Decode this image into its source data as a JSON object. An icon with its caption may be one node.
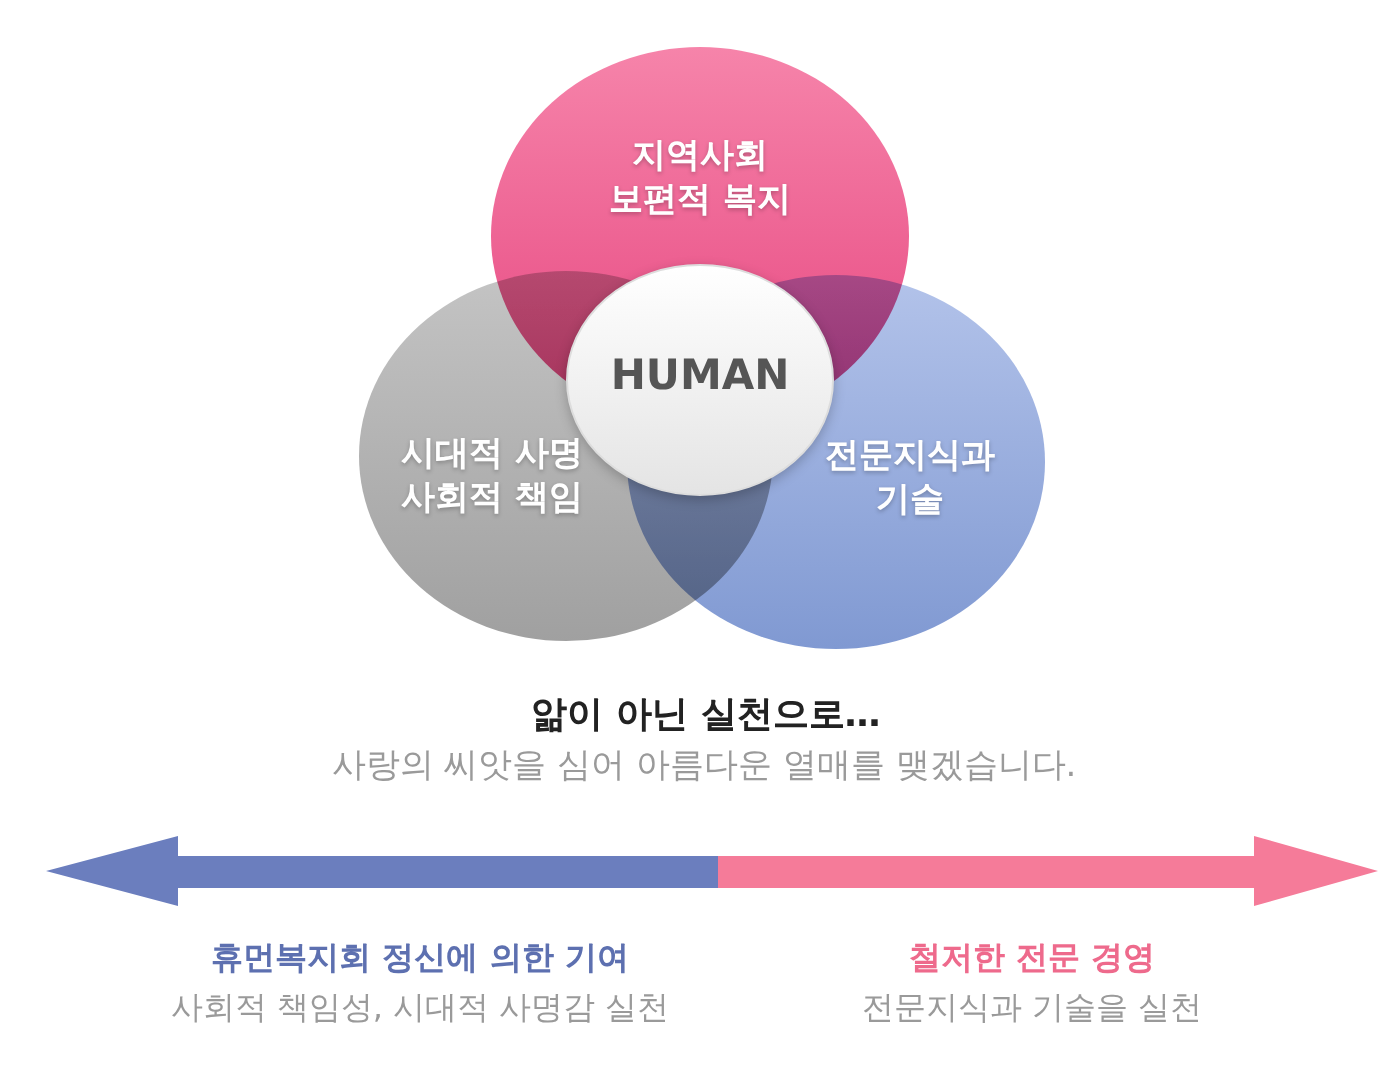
{
  "diagram": {
    "nodes": [
      {
        "text": [
          "지역사회 보편적 복지"
        ]
      },
      {
        "text": [
          "시대적 사명 사회적 책임"
        ]
      },
      {
        "text": [
          "전문지식과 기술"
        ]
      },
      {
        "text": [
          "HUMAN"
        ]
      }
    ],
    "labels": [
      "앎이 아닌 실천으로…",
      "사랑의 씨앗을 심어 아름다운 열매를 맺겠습니다.",
      "휴먼복지회 정신에 의한 기여",
      "사회적 책임성, 시대적 사명감 실천",
      "철저한 전문 경영",
      "전문지식과 기술을 실천"
    ]
  }
}
